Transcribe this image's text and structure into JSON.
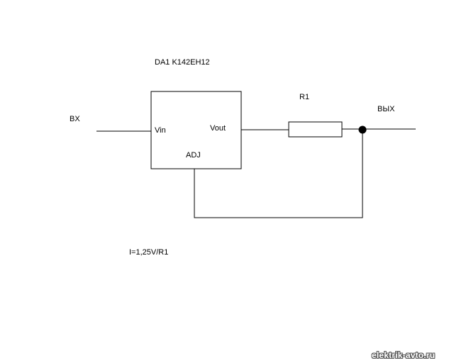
{
  "diagram": {
    "chip_label": "DA1 K142EH12",
    "input_label": "BX",
    "output_label": "BЫX",
    "resistor_label": "R1",
    "pin_vin": "Vin",
    "pin_vout": "Vout",
    "pin_adj": "ADJ",
    "formula": "I=1,25V/R1"
  },
  "watermark": {
    "text": "elektrik-avto.ru"
  }
}
